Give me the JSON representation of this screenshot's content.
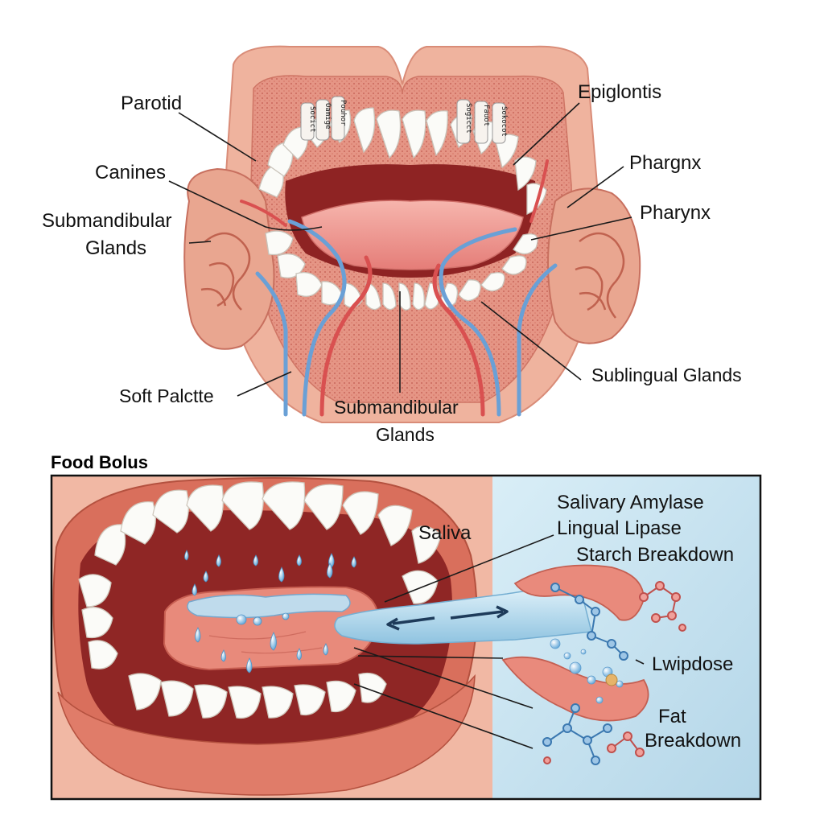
{
  "upper_diagram": {
    "labels": {
      "parotid": "Parotid",
      "canines": "Canines",
      "submandibular_glands_left_1": "Submandibular",
      "submandibular_glands_left_2": "Glands",
      "soft_palate": "Soft Palctte",
      "submandibular_glands_bottom_1": "Submandibular",
      "submandibular_glands_bottom_2": "Glands",
      "epiglottis": "Epiglontis",
      "pharynx_misspelled": "Phargnx",
      "pharynx": "Pharynx",
      "sublingual_glands": "Sublingual Glands"
    },
    "tooth_tags_left": [
      "Socict",
      "Oamige",
      "Pouhor"
    ],
    "tooth_tags_right": [
      "Sogicct",
      "Fauot",
      "Sokocot"
    ]
  },
  "lower_panel": {
    "title": "Food Bolus",
    "labels": {
      "saliva": "Saliva",
      "salivary_amylase": "Salivary Amylase",
      "lingual_lipase": "Lingual Lipase",
      "starch_breakdown": "Starch Breakdown",
      "lwipdose": "Lwipdose",
      "fat_1": "Fat",
      "fat_2": "Breakdown"
    }
  },
  "colors": {
    "tissue": "#ecab95",
    "tissue_dark": "#d9806c",
    "gum": "#e0776a",
    "tooth": "#fbfbf8",
    "vein": "#6aa0d6",
    "artery": "#d95050",
    "panel_blue": "#c9e3f0",
    "molecule": "#3b78b0"
  }
}
